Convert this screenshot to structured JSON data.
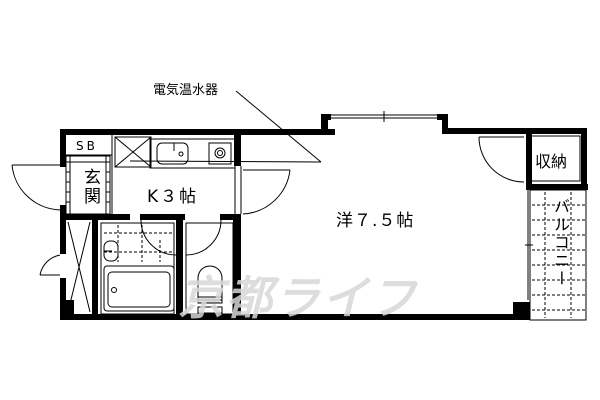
{
  "floorplan": {
    "annotation": "電気温水器",
    "rooms": {
      "sb": "SB",
      "entrance": "玄関",
      "kitchen": "K３帖",
      "western_room": "洋７.５帖",
      "storage": "収納",
      "balcony": "バルコニー"
    },
    "watermark": "京都ライフ",
    "colors": {
      "wall": "#000000",
      "background": "#ffffff",
      "watermark": "#d8d8d8"
    }
  }
}
